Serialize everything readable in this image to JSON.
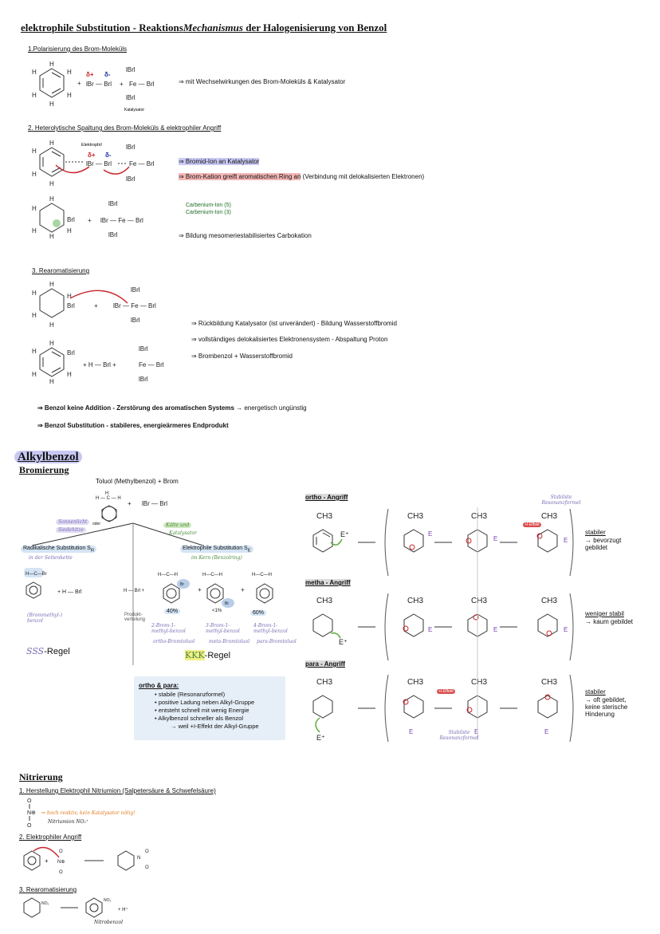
{
  "title": "elektrophile Substitution - Reaktions",
  "title_italic": "Mechanismus",
  "title_end": " der Halogenisierung von Benzol",
  "s1": {
    "heading": "1.Polarisierung des Brom-Moleküls",
    "note": "⇒ mit Wechselwirkungen des Brom-Moleküls & Katalysator",
    "delta_plus": "δ+",
    "delta_minus": "δ-",
    "katalysator": "Katalysator"
  },
  "s2": {
    "heading": "2. Heterolytische Spaltung des Brom-Moleküls & elektrophiler Angriff",
    "elektrophil": "Elektrophil",
    "note1": "⇒ Bromid-Ion an Katalysator",
    "note2a": "⇒ Brom-Kation greift aromatischen Ring an",
    "note2b": " (Verbindung mit delokalisierten Elektronen)",
    "carb1": "Carbenium-Ion (5)",
    "carb2": "Carbenium-Ion (3)",
    "note3": "⇒ Bildung mesomeriestabilisiertes Carbokation"
  },
  "s3": {
    "heading": "3. Rearomatisierung",
    "note1": "⇒ Rückbildung Katalysator (ist unverändert) - Bildung Wasserstoffbromid",
    "note2": "⇒ vollständiges delokalisiertes Elektronensystem - Abspaltung Proton",
    "note3": "⇒ Brombenzol + Wasserstoffbromid"
  },
  "concl1a": "⇒ Benzol keine Addition - Zerstörung des aromatischen Systems",
  "concl1b": " → energetisch ungünstig",
  "concl2": "⇒ Benzol Substitution - stabileres, energieärmeres Endprodukt",
  "alkyl": {
    "heading": "Alkylbenzol",
    "sub": "Bromierung",
    "toluol": "Toluol (Methylbenzol) + Brom",
    "sonnenlicht": "Sonnenlicht",
    "oder": "oder",
    "siedehitze": "Siedehitze",
    "kaelte": "Kälte und",
    "katalysator": "Katalysator",
    "radikal": "Radikalische Substitution S",
    "radikal_sub": "R",
    "in_der": "in der Seitenkette",
    "elektrophil": "Elektrophile Substitution S",
    "elektrophil_sub": "E",
    "im_kern": "im Kern (Benzolring)",
    "brommethyl": "(Brommethyl-) benzol",
    "sss": "SSS",
    "regel": "-Regel",
    "kkk": "KKK",
    "produkt": "Produkt-verteilung",
    "p40": "40%",
    "p1": "<1%",
    "p60": "60%",
    "prod1": "2-Brom-1-methyl-benzol",
    "prod1b": "ortho-Bromtoluol",
    "prod2": "3-Brom-1-methyl-benzol",
    "prod2b": "meta-Bromtoluol",
    "prod3": "4-Brom-1-methyl-benzol",
    "prod3b": "para-Bromtoluol",
    "box_title": "ortho & para:",
    "box_items": [
      "stabile (Resonanzformel)",
      "positive Ladung neben Alkyl-Gruppe",
      "entsteht schnell mit wenig Energie",
      "Alkylbenzol schneller als Benzol"
    ],
    "box_last": "→ weil +I-Effekt der Alkyl-Gruppe"
  },
  "attacks": {
    "ortho": "ortho - Angriff",
    "meta": "metha - Angriff",
    "para": "para - Angriff",
    "ch3": "CH3",
    "ortho_res": "stabiler",
    "ortho_res2": "→ bevorzugt gebildet",
    "meta_res": "weniger stabil",
    "meta_res2": "→ kaum gebildet",
    "para_res": "stabiler",
    "para_res2": "→ oft gebildet, keine sterische Hinderung",
    "stab_res": "Stabilste Resonanzformel",
    "i_effekt": "+I-Effekt"
  },
  "nitrierung": {
    "heading": "Nitrierung",
    "step1": "1. Herstellung Elektrophil Nitriumion (Salpetersäure & Schwefelsäure)",
    "note1": "⇒ hoch reaktiv, kein Katalysator nötig!",
    "nitrium": "Nitriumion NO₂⁺",
    "step2": "2. Elektrophiler Angriff",
    "step3": "3. Rearomatisierung",
    "hplus": "+ H⁺",
    "nitro": "Nitrobenzol"
  }
}
